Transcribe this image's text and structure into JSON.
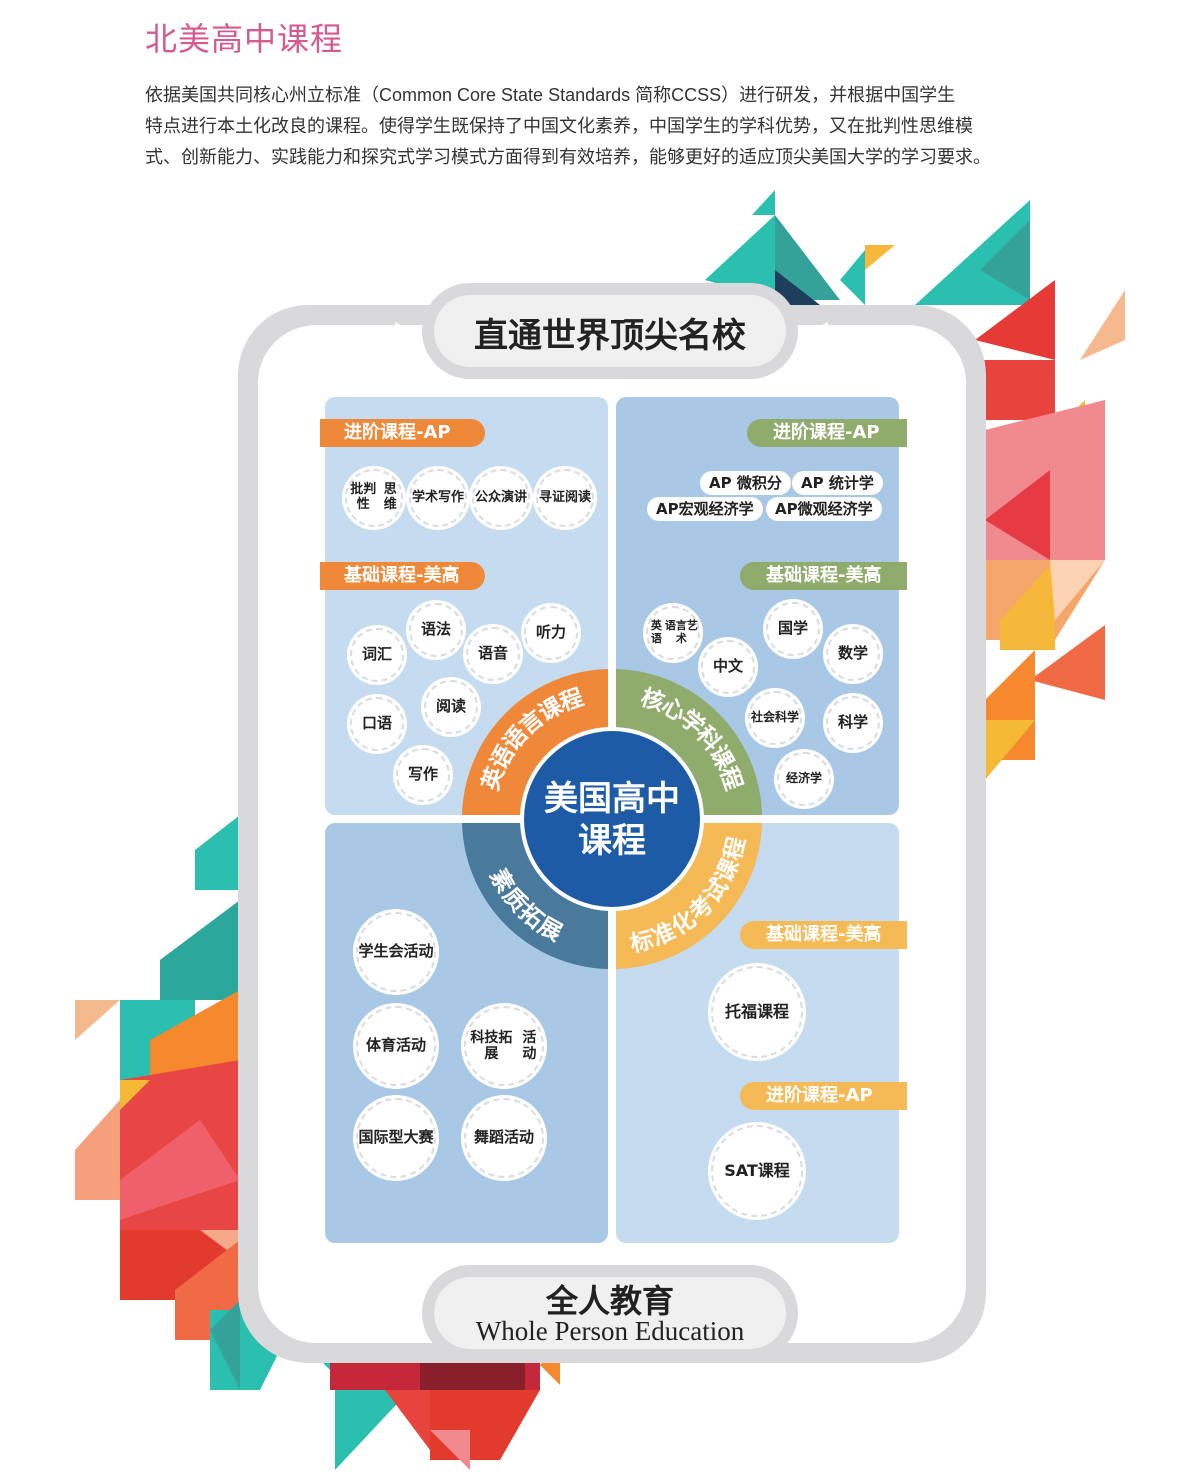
{
  "header": {
    "title": "北美高中课程",
    "intro_lines": [
      "依据美国共同核心州立标准（Common Core State Standards 简称CCSS）进行研发，并根据中国学生",
      "特点进行本土化改良的课程。使得学生既保持了中国文化素养，中国学生的学科优势，又在批判性思维模",
      "式、创新能力、实践能力和探究式学习模式方面得到有效培养，能够更好的适应顶尖美国大学的学习要求。"
    ]
  },
  "diagram": {
    "top_title": "直通世界顶尖名校",
    "bottom_title": "全人教育",
    "bottom_subtitle": "Whole Person Education",
    "center_lines": [
      "美国高中",
      "课程"
    ],
    "ring_labels": {
      "english": "英语语言课程",
      "core": "核心学科课程",
      "quality": "素质拓展",
      "test": "标准化考试课程"
    },
    "top_left": {
      "ap_tag": "进阶课程-AP",
      "ap_items": [
        [
          "批判性",
          "思维"
        ],
        [
          "学术",
          "写作"
        ],
        [
          "公众",
          "演讲"
        ],
        [
          "寻证",
          "阅读"
        ]
      ],
      "basic_tag": "基础课程-美高",
      "basic_items": [
        "词汇",
        "语法",
        "语音",
        "听力",
        "口语",
        "阅读",
        "写作"
      ]
    },
    "top_right": {
      "ap_tag": "进阶课程-AP",
      "ap_items": [
        "AP 微积分",
        "AP 统计学",
        "AP宏观经济学",
        "AP微观经济学"
      ],
      "basic_tag": "基础课程-美高",
      "basic_items": {
        "english_arts": [
          "英语",
          "语言艺术"
        ],
        "chinese": "中文",
        "guoxue": "国学",
        "math": "数学",
        "social": [
          "社会",
          "科学"
        ],
        "science": "科学",
        "economics": "经济学"
      }
    },
    "bottom_left": {
      "items": [
        [
          "学生会",
          "活动"
        ],
        [
          "体育",
          "活动"
        ],
        [
          "科技拓展",
          "活动"
        ],
        [
          "国际型",
          "大赛"
        ],
        [
          "舞蹈",
          "活动"
        ]
      ]
    },
    "bottom_right": {
      "basic_tag": "基础课程-美高",
      "toefl": "托福课程",
      "ap_tag": "进阶课程-AP",
      "sat": "SAT课程"
    }
  },
  "colors": {
    "title_pink": "#d45a8f",
    "panel_light": "#c5dcf0",
    "panel_mid": "#a9c8e6",
    "center_blue": "#1e5ba6",
    "orange": "#f0883a",
    "green": "#8fac6c",
    "steel": "#4a7a9b",
    "yellow": "#f5b955",
    "frame_gray": "#d9d9db"
  }
}
